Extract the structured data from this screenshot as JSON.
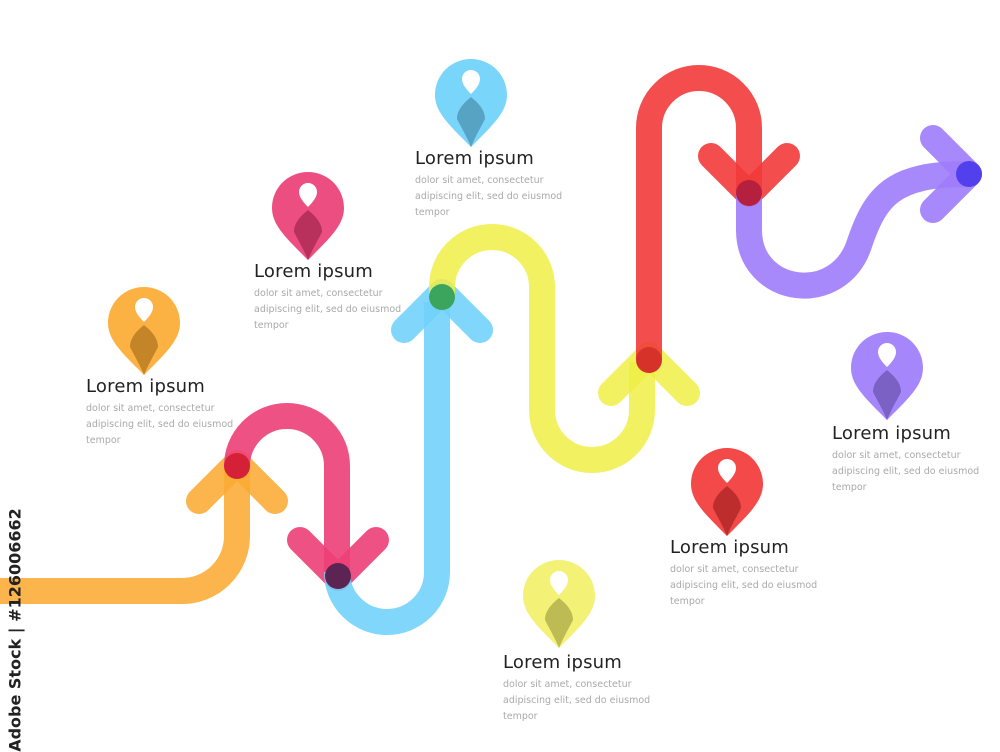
{
  "milestones": [
    {
      "title": "Lorem ipsum",
      "body": "dolor sit amet, consectetur adipiscing elit, sed do eiusmod tempor",
      "color": "#fbab33"
    },
    {
      "title": "Lorem ipsum",
      "body": "dolor sit amet, consectetur adipiscing elit, sed do eiusmod tempor",
      "color": "#ec3f77"
    },
    {
      "title": "Lorem ipsum",
      "body": "dolor sit amet, consectetur adipiscing elit, sed do eiusmod tempor",
      "color": "#6fd1fb"
    },
    {
      "title": "Lorem ipsum",
      "body": "dolor sit amet, consectetur adipiscing elit, sed do eiusmod tempor",
      "color": "#f2f06a"
    },
    {
      "title": "Lorem ipsum",
      "body": "dolor sit amet, consectetur adipiscing elit, sed do eiusmod tempor",
      "color": "#f23a3a"
    },
    {
      "title": "Lorem ipsum",
      "body": "dolor sit amet, consectetur adipiscing elit, sed do eiusmod tempor",
      "color": "#9e7cfb"
    }
  ],
  "watermark": "Adobe Stock | #126006662"
}
